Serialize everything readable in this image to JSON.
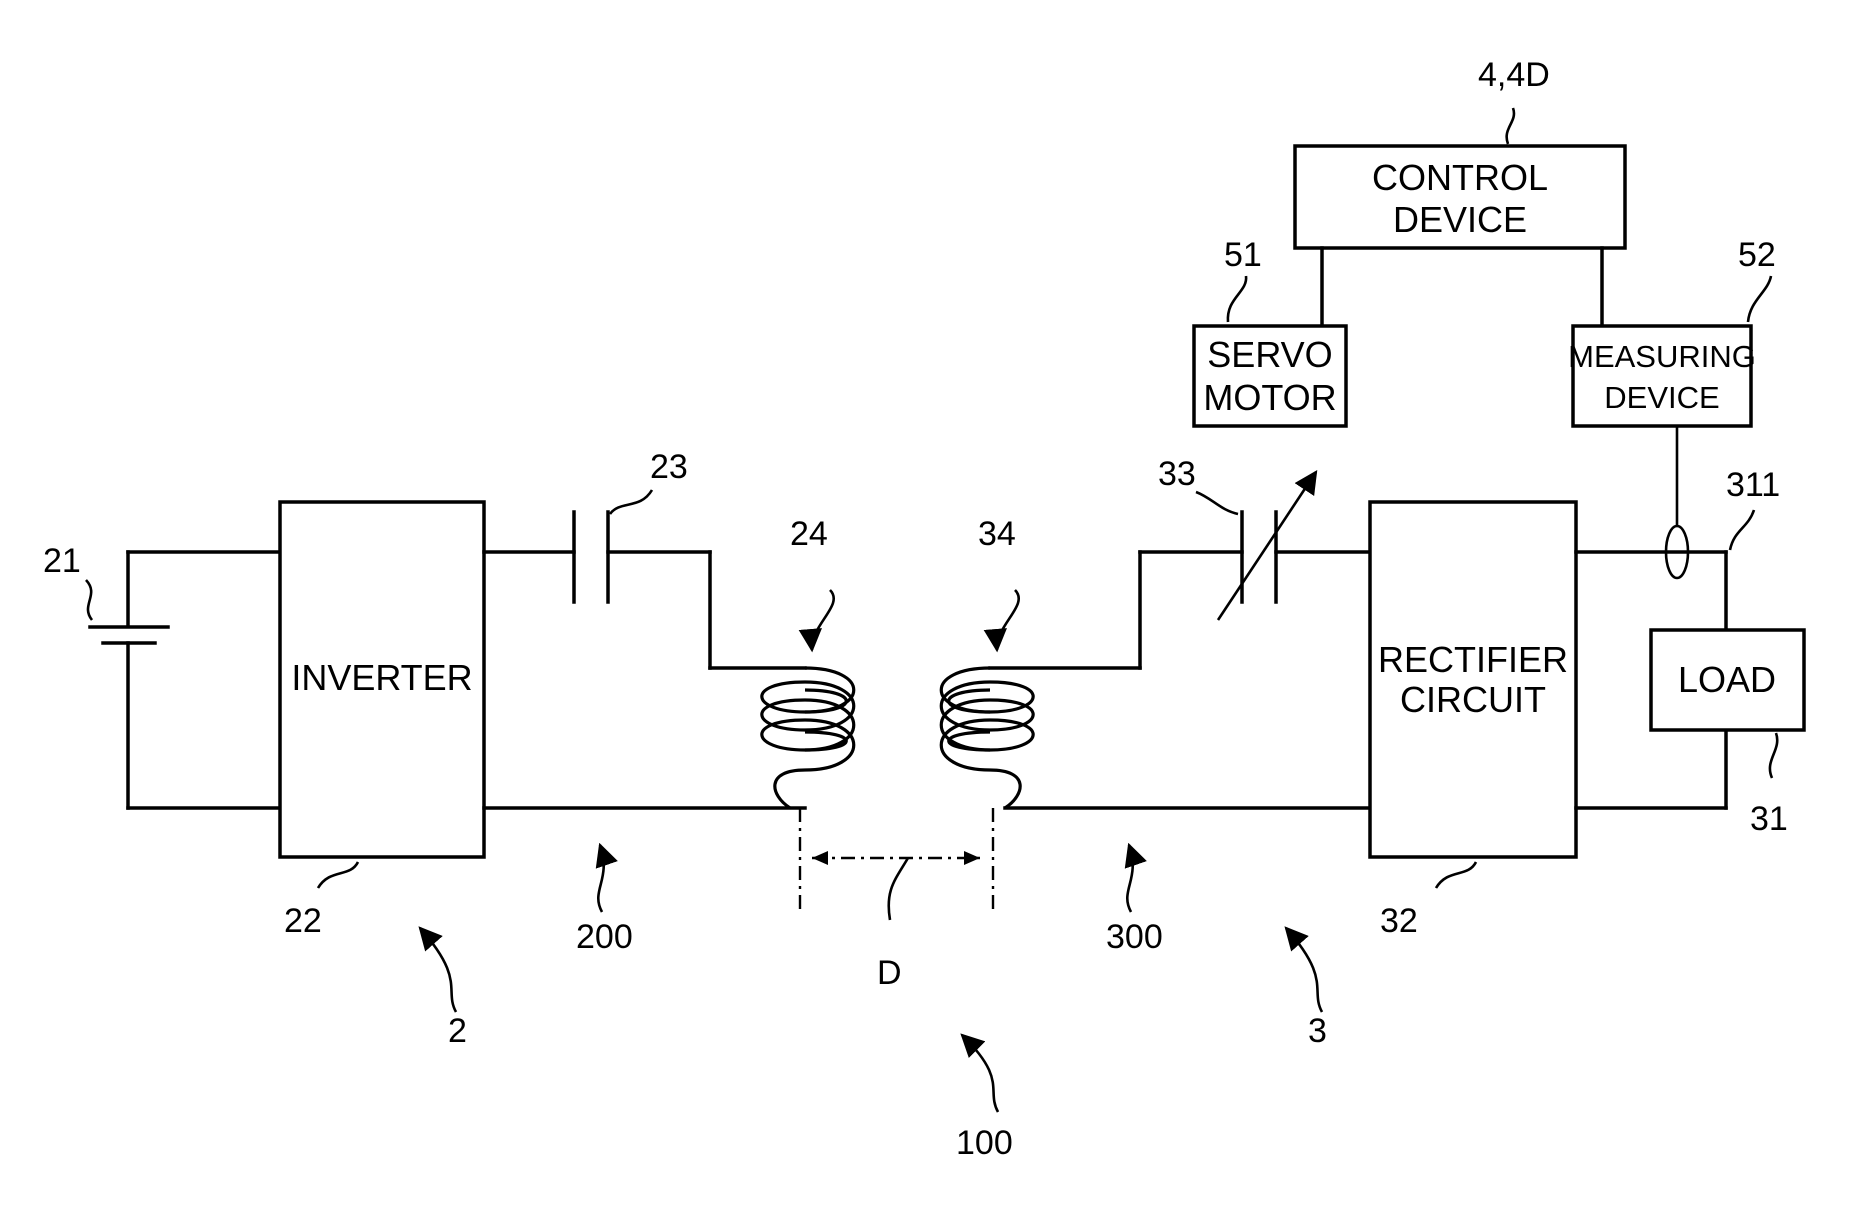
{
  "blocks": {
    "inverter": "INVERTER",
    "rectifier_line1": "RECTIFIER",
    "rectifier_line2": "CIRCUIT",
    "control_line1": "CONTROL",
    "control_line2": "DEVICE",
    "servo_line1": "SERVO",
    "servo_line2": "MOTOR",
    "measuring_line1": "MEASURING",
    "measuring_line2": "DEVICE",
    "load": "LOAD"
  },
  "refs": {
    "r21": "21",
    "r22": "22",
    "r23": "23",
    "r24": "24",
    "r34": "34",
    "r33": "33",
    "r311": "311",
    "r31": "31",
    "r32": "32",
    "r4": "4,4D",
    "r51": "51",
    "r52": "52",
    "r200": "200",
    "r300": "300",
    "r2": "2",
    "r3": "3",
    "r100": "100",
    "distance": "D"
  }
}
